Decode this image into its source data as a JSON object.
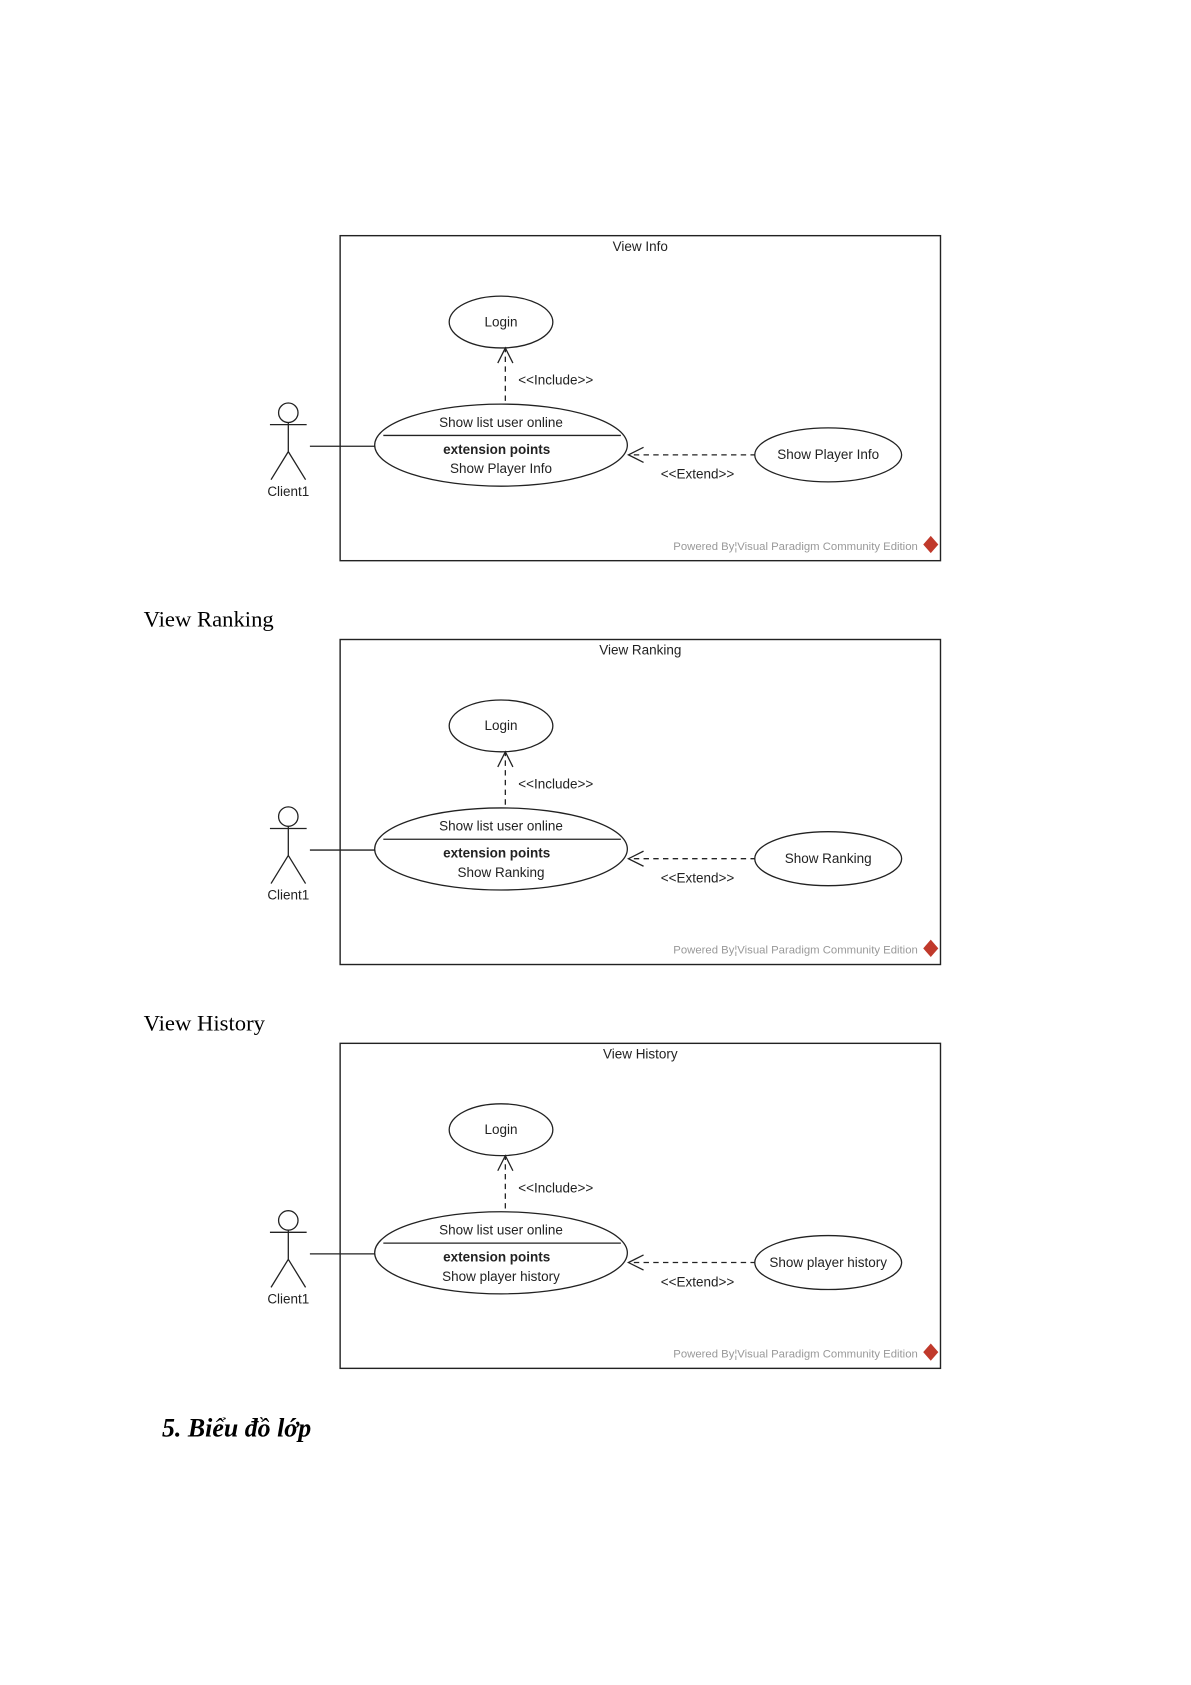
{
  "labels": {
    "ranking": "View Ranking",
    "history": "View History"
  },
  "heading": "5.  Biểu đồ lớp",
  "diagrams": [
    {
      "title": "View Info",
      "include_target": "Login",
      "include_label": "<<Include>>",
      "main_usecase": "Show list user online",
      "ext_points_label": "extension points",
      "ext_point": "Show Player Info",
      "extend_source": "Show Player Info",
      "extend_label": "<<Extend>>",
      "actor": "Client1",
      "powered_by": "Powered By¦Visual Paradigm Community Edition"
    },
    {
      "title": "View Ranking",
      "include_target": "Login",
      "include_label": "<<Include>>",
      "main_usecase": "Show list user online",
      "ext_points_label": "extension points",
      "ext_point": "Show Ranking",
      "extend_source": "Show Ranking",
      "extend_label": "<<Extend>>",
      "actor": "Client1",
      "powered_by": "Powered By¦Visual Paradigm Community Edition"
    },
    {
      "title": "View History",
      "include_target": "Login",
      "include_label": "<<Include>>",
      "main_usecase": "Show list user online",
      "ext_points_label": "extension points",
      "ext_point": "Show player history",
      "extend_source": "Show player history",
      "extend_label": "<<Extend>>",
      "actor": "Client1",
      "powered_by": "Powered By¦Visual Paradigm Community Edition"
    }
  ],
  "colors": {
    "logo": "#c0392b",
    "line": "#222222"
  }
}
